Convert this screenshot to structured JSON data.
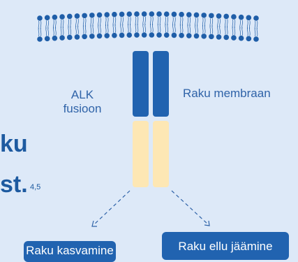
{
  "colors": {
    "background": "#dde9f8",
    "membrane_blue": "#1f5ea8",
    "domain_dark": "#2163b0",
    "domain_light": "#fde7b4",
    "label_text": "#2f63a8",
    "arrow": "#2f63a8"
  },
  "labels": {
    "fusion": "ALK\nfusioon",
    "membrane": "Raku membraan",
    "partial_word_1": "ku",
    "partial_word_2": "st.",
    "citation": "4,5"
  },
  "outcomes": {
    "growth": "Raku kasvamine",
    "survival": "Raku ellu jäämine"
  }
}
